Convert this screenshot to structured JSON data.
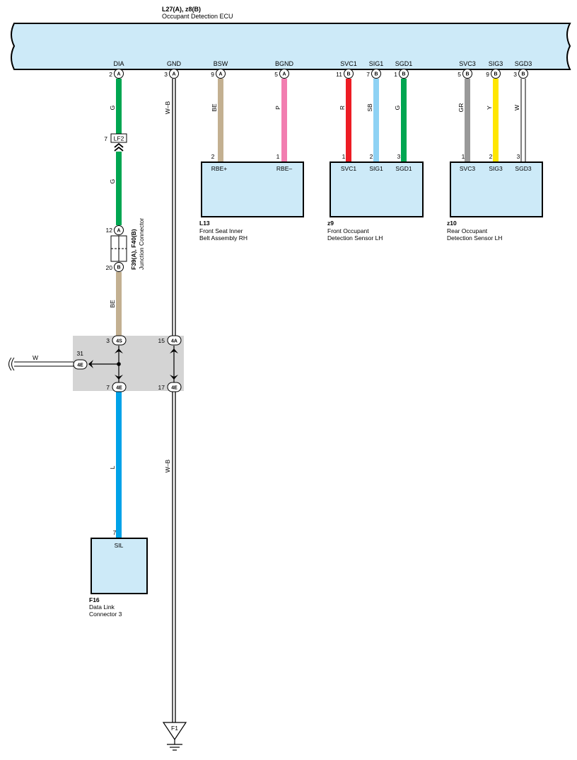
{
  "ecu": {
    "id": "L27(A), z8(B)",
    "name": "Occupant Detection ECU",
    "terminals": [
      {
        "pin": "2",
        "conn": "A",
        "name": "DIA"
      },
      {
        "pin": "3",
        "conn": "A",
        "name": "GND"
      },
      {
        "pin": "9",
        "conn": "A",
        "name": "BSW"
      },
      {
        "pin": "5",
        "conn": "A",
        "name": "BGND"
      },
      {
        "pin": "11",
        "conn": "B",
        "name": "SVC1"
      },
      {
        "pin": "7",
        "conn": "B",
        "name": "SIG1"
      },
      {
        "pin": "1",
        "conn": "B",
        "name": "SGD1"
      },
      {
        "pin": "5",
        "conn": "B",
        "name": "SVC3"
      },
      {
        "pin": "9",
        "conn": "B",
        "name": "SIG3"
      },
      {
        "pin": "3",
        "conn": "B",
        "name": "SGD3"
      }
    ]
  },
  "wires": {
    "dia_upper": "G",
    "dia_mid": "G",
    "dia_lower": "BE",
    "dia_bottom": "L",
    "gnd_upper": "W–B",
    "gnd_lower": "W–B",
    "bsw": "BE",
    "bgnd": "P",
    "svc1": "R",
    "sig1": "SB",
    "sgd1": "G",
    "svc3": "GR",
    "sig3": "Y",
    "sgd3": "W",
    "branch_left": "W"
  },
  "wire_colors": {
    "G": "#00a651",
    "BE": "#c3b091",
    "P": "#f27db0",
    "R": "#ed1c24",
    "SB": "#8ed2f4",
    "GR": "#999999",
    "Y": "#ffe600",
    "W": "#ffffff",
    "L": "#00a2e8",
    "ecu_fill": "#cdeaf8",
    "junction_fill": "#d4d4d4"
  },
  "connector_lf2": {
    "pin": "7",
    "label": "LF2"
  },
  "junction_f39": {
    "pin_top": "12",
    "conn_top": "A",
    "pin_bottom": "20",
    "conn_bottom": "B",
    "id": "F39(A), F40(B)",
    "name": "Junction Connector"
  },
  "junction_block": {
    "pins": [
      {
        "pin": "3",
        "tag": "4S"
      },
      {
        "pin": "15",
        "tag": "4A"
      },
      {
        "pin": "31",
        "tag": "4E"
      },
      {
        "pin": "7",
        "tag": "4E"
      },
      {
        "pin": "17",
        "tag": "4E"
      }
    ]
  },
  "component_l13": {
    "id": "L13",
    "name_line1": "Front Seat Inner",
    "name_line2": "Belt Assembly RH",
    "pins": [
      {
        "pin": "2",
        "name": "RBE+"
      },
      {
        "pin": "1",
        "name": "RBE–"
      }
    ]
  },
  "component_z9": {
    "id": "z9",
    "name_line1": "Front Occupant",
    "name_line2": "Detection Sensor LH",
    "pins": [
      {
        "pin": "1",
        "name": "SVC1"
      },
      {
        "pin": "2",
        "name": "SIG1"
      },
      {
        "pin": "3",
        "name": "SGD1"
      }
    ]
  },
  "component_z10": {
    "id": "z10",
    "name_line1": "Rear Occupant",
    "name_line2": "Detection Sensor LH",
    "pins": [
      {
        "pin": "1",
        "name": "SVC3"
      },
      {
        "pin": "2",
        "name": "SIG3"
      },
      {
        "pin": "3",
        "name": "SGD3"
      }
    ]
  },
  "component_f16": {
    "id": "F16",
    "name_line1": "Data Link",
    "name_line2": "Connector 3",
    "pin": "7",
    "terminal": "SIL"
  },
  "ground": {
    "label": "F1"
  }
}
